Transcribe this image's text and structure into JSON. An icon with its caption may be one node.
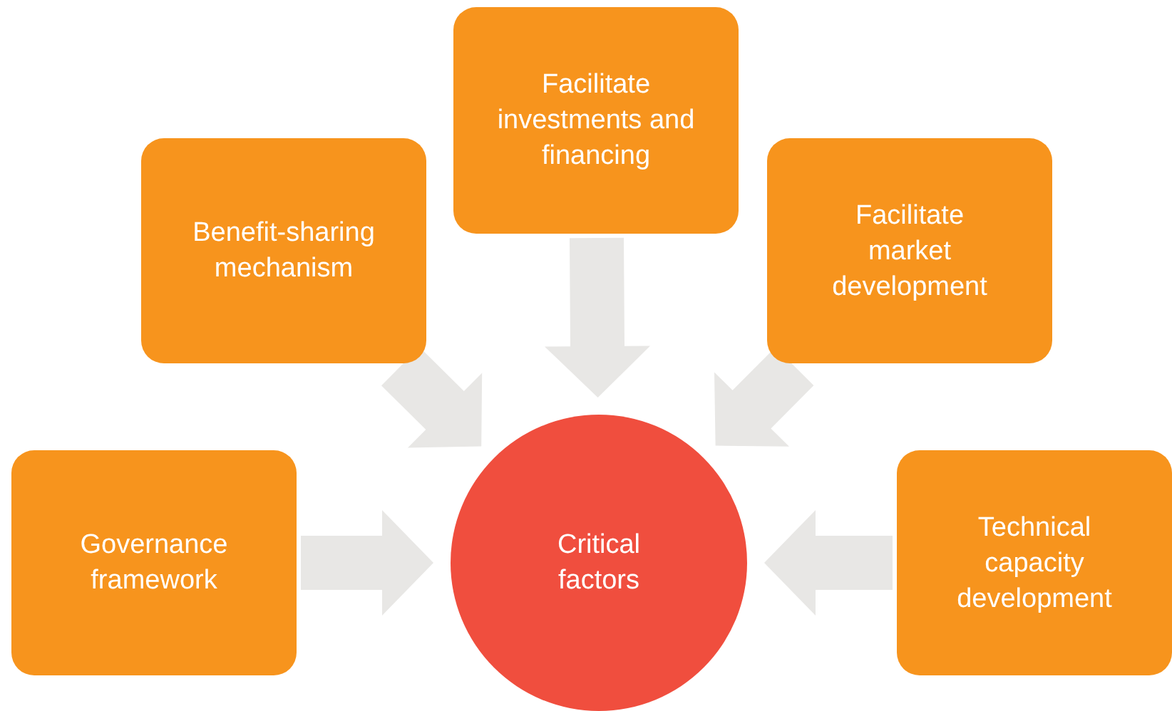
{
  "diagram": {
    "nodes": [
      {
        "text": [
          "Facilitate investments and financing"
        ]
      },
      {
        "text": [
          "Benefit-sharing mechanism"
        ]
      },
      {
        "text": [
          "Facilitate market development"
        ]
      },
      {
        "text": [
          "Governance framework"
        ]
      },
      {
        "text": [
          "Critical factors"
        ]
      },
      {
        "text": [
          "Technical capacity development"
        ]
      }
    ],
    "edges": [
      {
        "from": 0,
        "to": 4,
        "arrow": "to"
      },
      {
        "from": 1,
        "to": 4,
        "arrow": "to"
      },
      {
        "from": 2,
        "to": 4,
        "arrow": "to"
      },
      {
        "from": 3,
        "to": 4,
        "arrow": "to"
      },
      {
        "from": 5,
        "to": 4,
        "arrow": "to"
      }
    ]
  }
}
